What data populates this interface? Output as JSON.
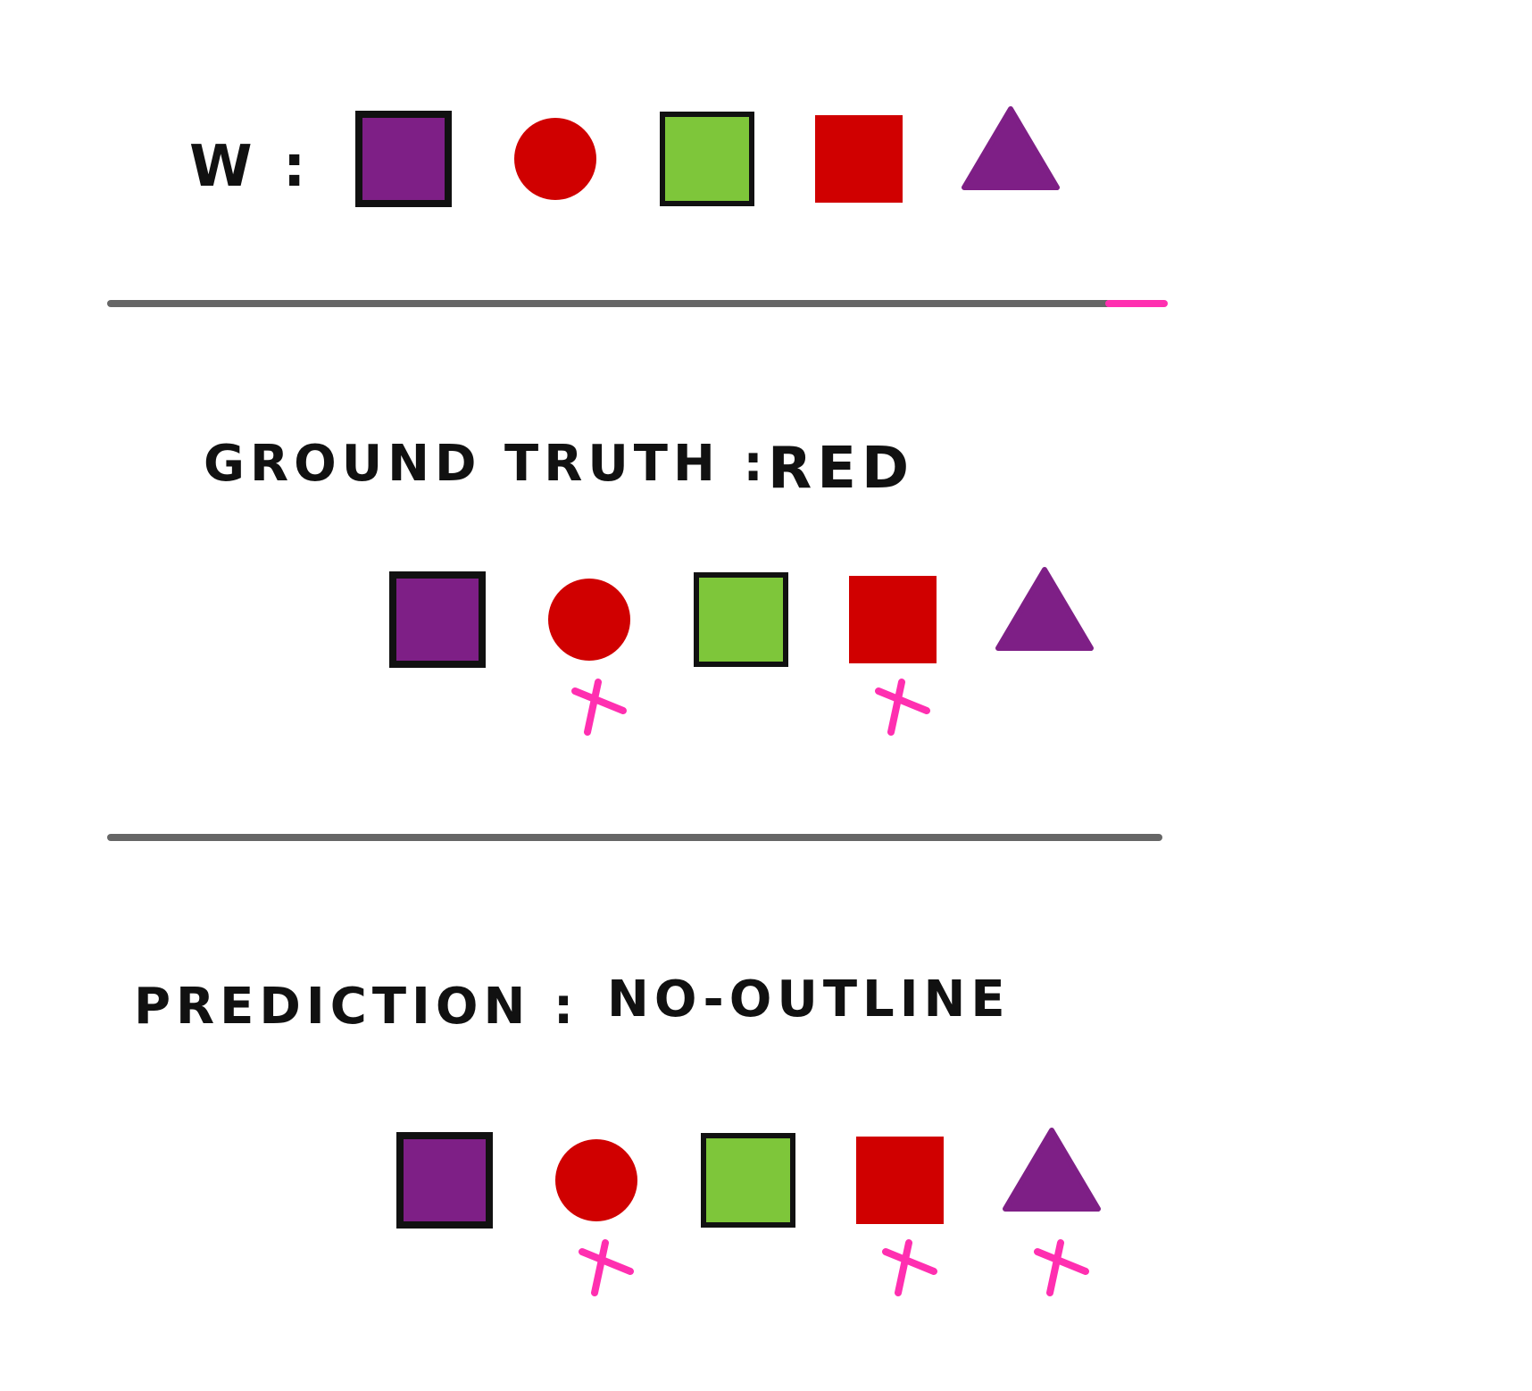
{
  "world": {
    "label": "W :",
    "objects": [
      {
        "shape": "square",
        "color": "#7e1f86",
        "outlined": true
      },
      {
        "shape": "circle",
        "color": "#d00000",
        "outlined": false
      },
      {
        "shape": "square",
        "color": "#7ec63a",
        "outlined": true
      },
      {
        "shape": "square",
        "color": "#d00000",
        "outlined": false
      },
      {
        "shape": "triangle",
        "color": "#7e1f86",
        "outlined": false
      }
    ]
  },
  "ground_truth": {
    "label": "GROUND TRUTH :",
    "value": "RED",
    "marked": [
      false,
      true,
      false,
      true,
      false
    ]
  },
  "prediction": {
    "label": "PREDICTION :",
    "value": "NO-OUTLINE",
    "marked": [
      false,
      true,
      false,
      true,
      true
    ]
  },
  "colors": {
    "divider": "#666666",
    "divider_accent": "#ff2fb0",
    "mark": "#ff2fb0",
    "outline": "#111111"
  }
}
